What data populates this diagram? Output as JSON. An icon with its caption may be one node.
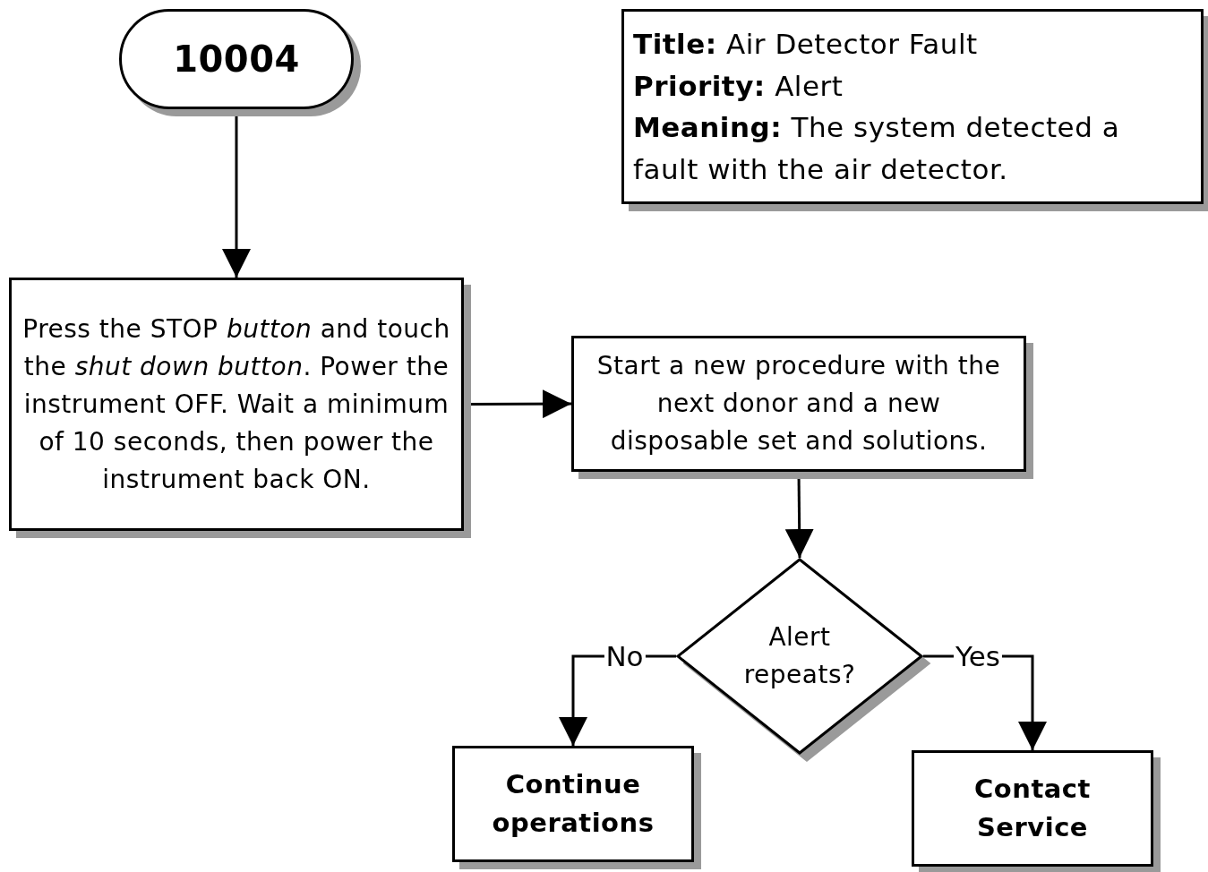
{
  "diagram": {
    "nodes": [
      {
        "text": [
          "10004"
        ]
      },
      {
        "text": [
          "**Title:**  Air Detector Fault",
          "**Priority:**  Alert",
          "**Meaning:**  The system detected a fault with the air detector."
        ]
      },
      {
        "text": [
          "Press the STOP *button* and touch the *shut down button*. Power the instrument OFF. Wait a minimum of 10 seconds, then power the instrument back ON."
        ]
      },
      {
        "text": [
          "Start a new procedure with the next donor and a new disposable set and solutions."
        ]
      },
      {
        "text": [
          "Alert repeats?"
        ]
      },
      {
        "text": [
          "Continue operations"
        ]
      },
      {
        "text": [
          "Contact Service"
        ]
      }
    ],
    "edges": [
      {
        "from": 0,
        "to": 2,
        "arrow": "to"
      },
      {
        "from": 2,
        "to": 3,
        "arrow": "to"
      },
      {
        "from": 3,
        "to": 4,
        "arrow": "to"
      },
      {
        "from": 4,
        "to": 5,
        "arrow": "to",
        "label": "No"
      },
      {
        "from": 4,
        "to": 6,
        "arrow": "to",
        "label": "Yes"
      }
    ]
  }
}
